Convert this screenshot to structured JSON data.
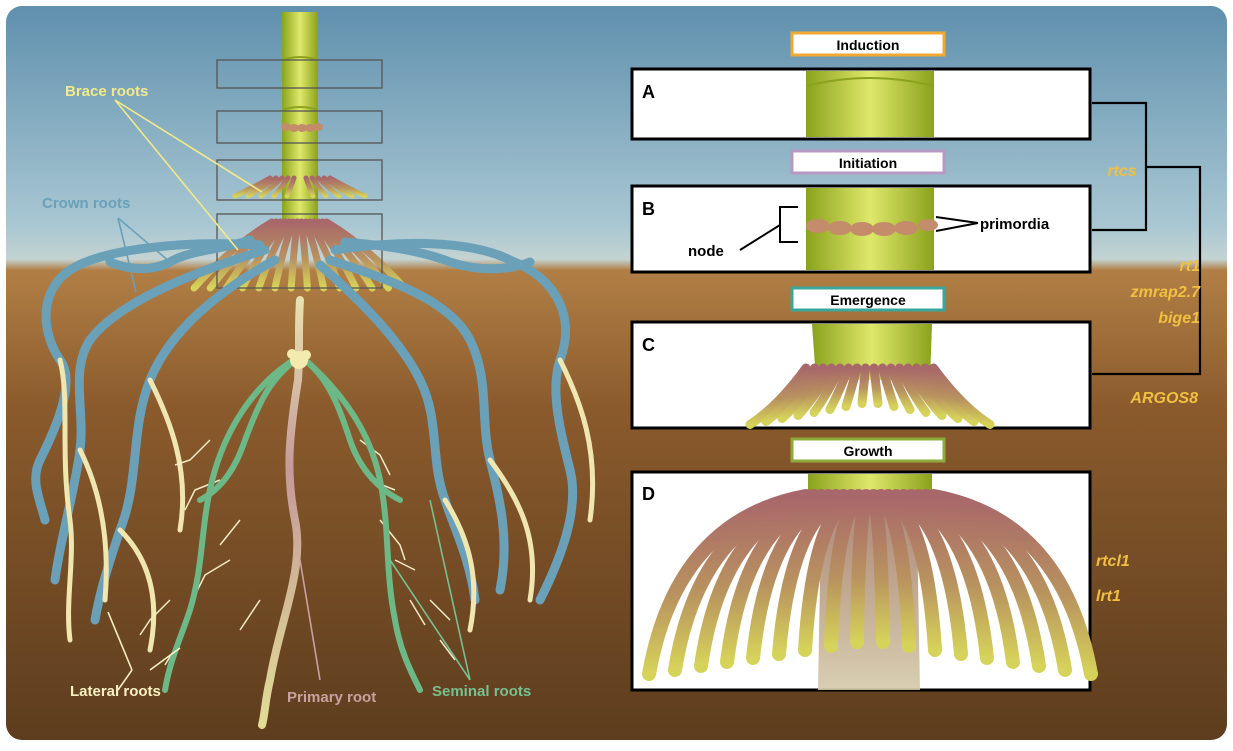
{
  "left_labels": {
    "brace": "Brace roots",
    "crown": "Crown roots",
    "lateral": "Lateral roots",
    "primary": "Primary root",
    "seminal": "Seminal roots"
  },
  "stages": [
    {
      "title": "Induction",
      "letter": "A",
      "color": "#f0a830"
    },
    {
      "title": "Initiation",
      "letter": "B",
      "color": "#b79ac4"
    },
    {
      "title": "Emergence",
      "letter": "C",
      "color": "#3aa79a"
    },
    {
      "title": "Growth",
      "letter": "D",
      "color": "#8cab3a"
    }
  ],
  "panel_b": {
    "node": "node",
    "primordia": "primordia"
  },
  "genes": {
    "rtcs": "rtcs",
    "rt1": "rt1",
    "zmrap": "zmrap2.7",
    "bige1": "bige1",
    "argos8": "ARGOS8",
    "rtcl1": "rtcl1",
    "lrt1": "lrt1"
  },
  "colors": {
    "brace": "#f2e98a",
    "crown": "#6aa0b8",
    "lateral": "#f8f0c0",
    "primary": "#caa0a0",
    "seminal": "#79bf90",
    "gene": "#f0c040"
  }
}
